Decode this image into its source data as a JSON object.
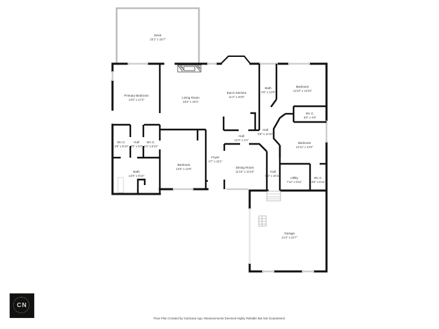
{
  "rooms": {
    "deck": {
      "name": "Deck",
      "dims": "23'1\" x 15'7\""
    },
    "primary_bedroom": {
      "name": "Primary Bedroom",
      "dims": "13'0\" x 17'2\""
    },
    "living_room": {
      "name": "Living Room",
      "dims": "18'2\" x 18'4\""
    },
    "eat_in_kitchen": {
      "name": "Eat-in Kitchen",
      "dims": "11'2\" x 20'8\""
    },
    "bath_upper": {
      "name": "Bath",
      "dims": "4'0\" x 12'5\""
    },
    "bedroom_ne": {
      "name": "Bedroom",
      "dims": "13'10\" x 13'10\""
    },
    "wic_ne": {
      "name": "W.I.C.",
      "dims": "9'0\" x 4'9\""
    },
    "hall_center_right": {
      "name": "Hall",
      "dims": "6'8\" x 11'10\""
    },
    "hall_center": {
      "name": "Hall",
      "dims": "10'3\" x 3'4\""
    },
    "bedroom_e": {
      "name": "Bedroom",
      "dims": "12'11\" x 14'0\""
    },
    "wic_left": {
      "name": "W.I.C.",
      "dims": "4'8\" x 8'10\""
    },
    "hall_west": {
      "name": "Hall",
      "dims": "3'0\" x 9'2\""
    },
    "wic_right": {
      "name": "W.I.C.",
      "dims": "4'4\" x 8'10\""
    },
    "bath_west": {
      "name": "Bath",
      "dims": "13'0\" x 9'10\""
    },
    "bedroom_w": {
      "name": "Bedroom",
      "dims": "13'0\" x 13'5\""
    },
    "foyer": {
      "name": "Foyer",
      "dims": "4'7\" x 15'1\""
    },
    "dining_room": {
      "name": "Dining Room",
      "dims": "11'10\" x 12'10\""
    },
    "hall_east": {
      "name": "Hall",
      "dims": "5'6\" x 16'10\""
    },
    "utility": {
      "name": "Utility",
      "dims": "7'11\" x 8'11\""
    },
    "wic_se": {
      "name": "W.I.C.",
      "dims": "4'8\" x 6'11\""
    },
    "garage": {
      "name": "Garage",
      "dims": "21'4\" x 22'7\""
    }
  },
  "footer": {
    "text": "Floor Plan Created by Cubicasa App. Measurements Deemed Highly Reliable But Not Guaranteed."
  },
  "logo": {
    "text": "CN"
  },
  "colors": {
    "wall": "#111111",
    "window": "#cccccc",
    "deck": "#bbbbbb"
  }
}
